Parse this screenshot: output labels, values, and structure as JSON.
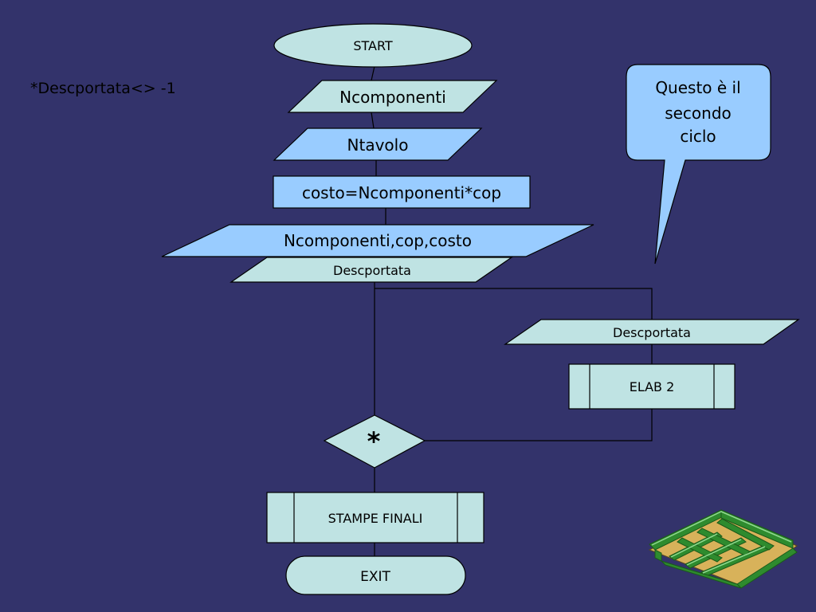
{
  "slide": {
    "note": "*Descportata<> -1",
    "nodes": {
      "start": "START",
      "ncomponenti": "Ncomponenti",
      "ntavolo": "Ntavolo",
      "costo": "costo=Ncomponenti*cop",
      "output": "Ncomponenti,cop,costo",
      "descportata_main": "Descportata",
      "descportata_loop": "Descportata",
      "elab2": "ELAB 2",
      "decision": "*",
      "stampe": "STAMPE FINALI",
      "exit": "EXIT"
    },
    "callout": {
      "line1": "Questo è il",
      "line2": "secondo",
      "line3": "ciclo"
    }
  },
  "colors": {
    "background": "#33336b",
    "light_cyan": "#bfe3e3",
    "light_blue": "#99ccff",
    "line": "#000000",
    "maze_green": "#2e8b2e",
    "maze_ground": "#d8b25a"
  },
  "decoration": {
    "icon": "maze-icon"
  }
}
